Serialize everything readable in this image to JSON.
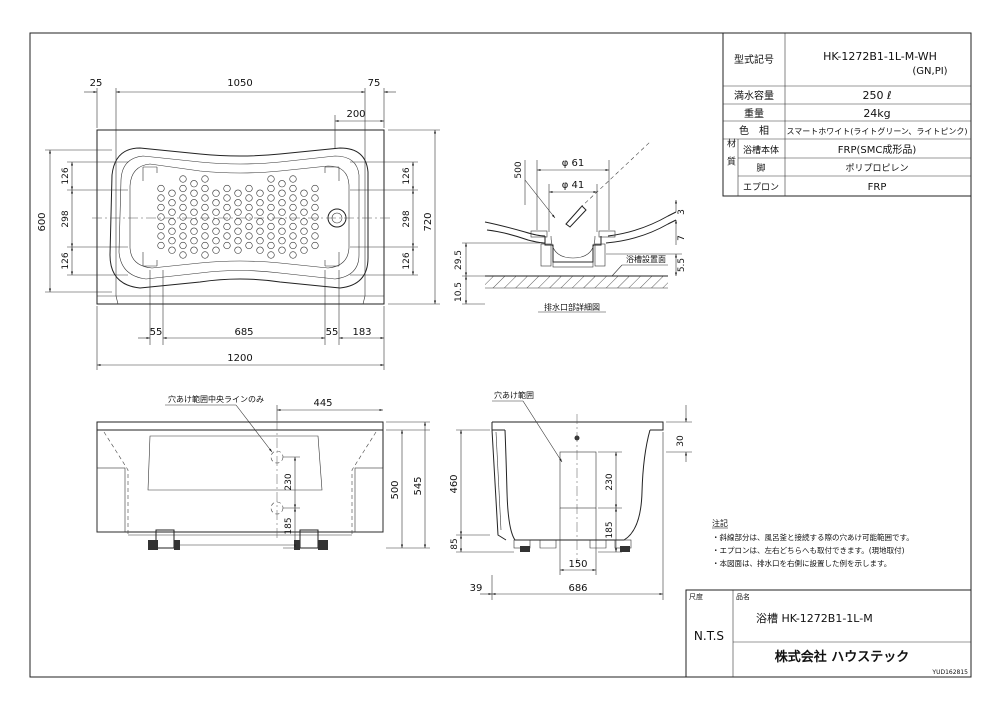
{
  "spec_table": {
    "model_label": "型式記号",
    "model_value_line1": "HK-1272B1-1L-M-WH",
    "model_value_line2": "(GN,PI)",
    "rows": [
      {
        "label": "満水容量",
        "value": "250 ℓ"
      },
      {
        "label": "重量",
        "value": "24kg"
      },
      {
        "label": "色　相",
        "value": "スマートホワイト(ライトグリーン、ライトピンク)"
      }
    ],
    "material_label": "材　質",
    "material_rows": [
      {
        "label": "浴槽本体",
        "value": "FRP(SMC成形品)"
      },
      {
        "label": "脚",
        "value": "ポリプロピレン"
      },
      {
        "label": "エプロン",
        "value": "FRP"
      }
    ]
  },
  "top_view": {
    "dims": {
      "d25": "25",
      "d1050": "1050",
      "d75": "75",
      "d200": "200",
      "d600": "600",
      "d720": "720",
      "l126a": "126",
      "l298": "298",
      "l126b": "126",
      "r126a": "126",
      "r298": "298",
      "r126b": "126",
      "d55a": "55",
      "d685": "685",
      "d55b": "55",
      "d183": "183",
      "d1200": "1200"
    }
  },
  "drain_detail": {
    "title": "排水口部詳細図",
    "d61": "φ 61",
    "d41": "φ 41",
    "d500": "500",
    "d3": "3",
    "d7": "7",
    "d295": "29.5",
    "d55": "5.5",
    "d105": "10.5",
    "floor_label": "浴槽設置面"
  },
  "front_view": {
    "note": "穴あけ範囲中央ラインのみ",
    "d445": "445",
    "d230": "230",
    "d185": "185",
    "d500": "500",
    "d545": "545"
  },
  "side_view": {
    "note": "穴あけ範囲",
    "d30": "30",
    "d460": "460",
    "d230": "230",
    "d185": "185",
    "d85": "85",
    "d150": "150",
    "d39": "39",
    "d686": "686"
  },
  "notes": {
    "title": "注記",
    "items": [
      "・斜線部分は、風呂釜と接続する際の穴あけ可能範囲です。",
      "・エプロンは、左右どちらへも取付できます。(現地取付)",
      "・本図面は、排水口を右側に設置した例を示します。"
    ]
  },
  "title_block": {
    "scale_label": "尺度",
    "scale_value": "N.T.S",
    "name_label": "品名",
    "product_name": "浴槽  HK-1272B1-1L-M",
    "company": "株式会社 ハウステック",
    "drawing_number": "YUD162815"
  }
}
